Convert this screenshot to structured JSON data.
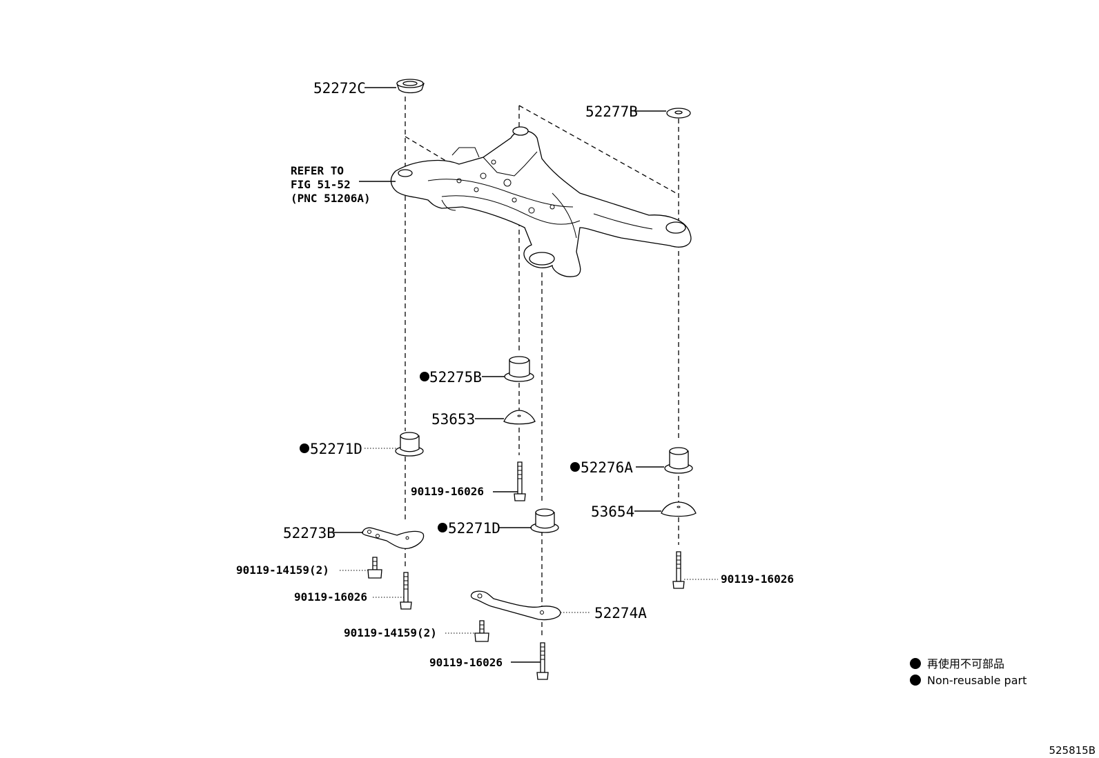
{
  "callouts": {
    "c52272C": "52272C",
    "c52277B": "52277B",
    "refer_line1": "REFER TO",
    "refer_line2": "FIG 51-52",
    "refer_line3": "(PNC 51206A)",
    "c52275B": "52275B",
    "c53653": "53653",
    "c52271D_left": "52271D",
    "c90119_16026_a": "90119-16026",
    "c52276A": "52276A",
    "c53654": "53654",
    "c52271D_center": "52271D",
    "c52273B": "52273B",
    "c90119_14159_a": "90119-14159(2)",
    "c90119_16026_b": "90119-16026",
    "c90119_16026_right": "90119-16026",
    "c52274A": "52274A",
    "c90119_14159_b": "90119-14159(2)",
    "c90119_16026_c": "90119-16026"
  },
  "legend": {
    "japanese": "再使用不可部品",
    "english": "Non-reusable part"
  },
  "figure_id": "525815B",
  "colors": {
    "ink": "#000000",
    "background": "#ffffff"
  }
}
